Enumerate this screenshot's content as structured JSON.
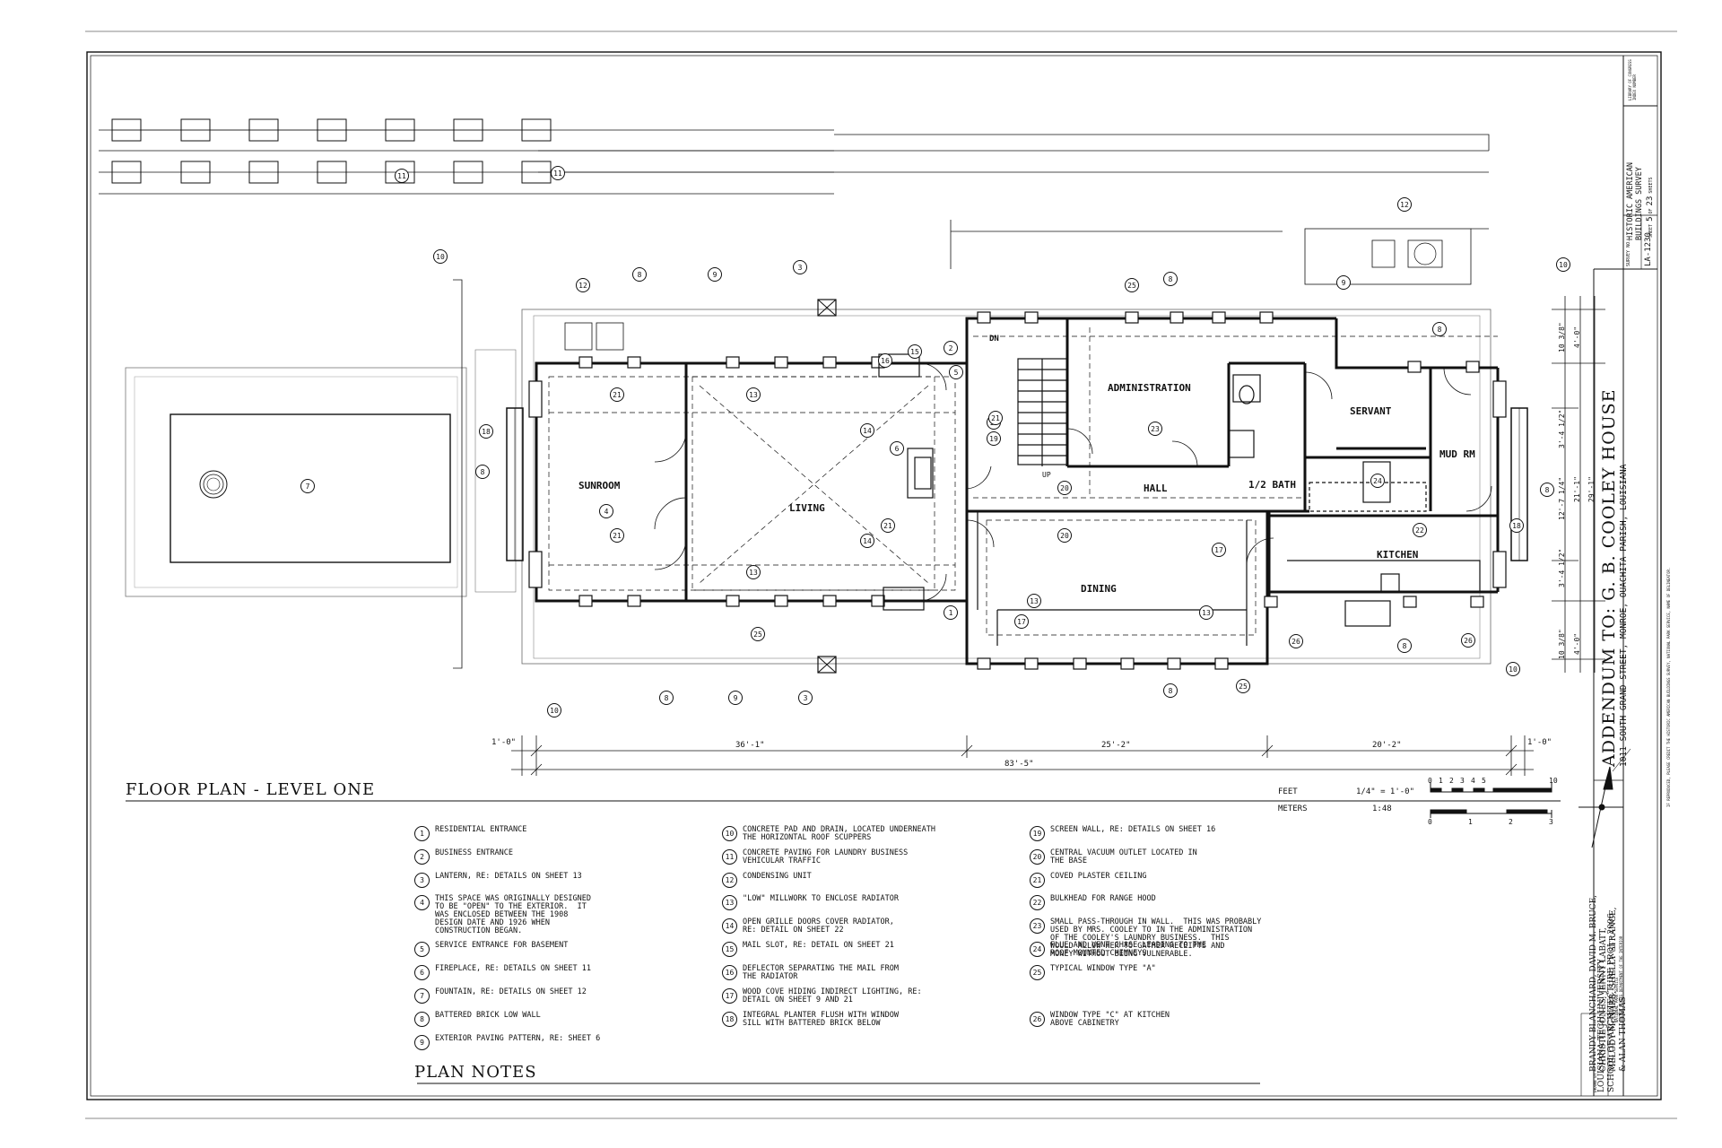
{
  "drawing_title": "FLOOR PLAN - LEVEL ONE",
  "notes_title": "PLAN NOTES",
  "rooms": {
    "sunroom": "SUNROOM",
    "living": "LIVING",
    "administration": "ADMINISTRATION",
    "hall": "HALL",
    "half_bath": "1/2 BATH",
    "servant": "SERVANT",
    "mud_rm": "MUD RM",
    "kitchen": "KITCHEN",
    "dining": "DINING",
    "dn": "DN",
    "up": "UP"
  },
  "dimensions": {
    "d1": "1'-0\"",
    "d2": "36'-1\"",
    "d3": "25'-2\"",
    "d4": "20'-2\"",
    "d5": "1'-0\"",
    "overall": "83'-5\"",
    "r1": "10 3/8\"",
    "r2": "4'-0\"",
    "r3": "3'-4 1/2\"",
    "r4": "12'-7 1/4\"",
    "r5": "3'-4 1/2\"",
    "r6": "21'-1\"",
    "r7": "29'-1\"",
    "r8": "10 3/8\"",
    "r9": "4'-0\""
  },
  "scale": {
    "feet_label": "FEET",
    "meters_label": "METERS",
    "feet_ratio": "1/4\" = 1'-0\"",
    "meters_ratio": "1:48",
    "feet_ticks": [
      "0",
      "1",
      "2",
      "3",
      "4",
      "5",
      "10"
    ],
    "meter_ticks": [
      "0",
      "1",
      "2",
      "3"
    ]
  },
  "plan_notes": [
    {
      "n": "1",
      "text": "RESIDENTIAL ENTRANCE"
    },
    {
      "n": "2",
      "text": "BUSINESS ENTRANCE"
    },
    {
      "n": "3",
      "text": "LANTERN, RE: DETAILS ON SHEET 13"
    },
    {
      "n": "4",
      "text": "THIS SPACE WAS ORIGINALLY DESIGNED\nTO BE \"OPEN\" TO THE EXTERIOR.  IT\nWAS ENCLOSED BETWEEN THE 1908\nDESIGN DATE AND 1926 WHEN\nCONSTRUCTION BEGAN."
    },
    {
      "n": "5",
      "text": "SERVICE ENTRANCE FOR BASEMENT"
    },
    {
      "n": "6",
      "text": "FIREPLACE, RE: DETAILS ON SHEET 11"
    },
    {
      "n": "7",
      "text": "FOUNTAIN, RE: DETAILS ON SHEET 12"
    },
    {
      "n": "8",
      "text": "BATTERED BRICK LOW WALL"
    },
    {
      "n": "9",
      "text": "EXTERIOR PAVING PATTERN, RE: SHEET 6"
    },
    {
      "n": "10",
      "text": "CONCRETE PAD AND DRAIN, LOCATED UNDERNEATH\nTHE HORIZONTAL ROOF SCUPPERS"
    },
    {
      "n": "11",
      "text": "CONCRETE PAVING FOR LAUNDRY BUSINESS\nVEHICULAR TRAFFIC"
    },
    {
      "n": "12",
      "text": "CONDENSING UNIT"
    },
    {
      "n": "13",
      "text": "\"LOW\" MILLWORK TO ENCLOSE RADIATOR"
    },
    {
      "n": "14",
      "text": "OPEN GRILLE DOORS COVER RADIATOR,\nRE: DETAIL ON SHEET 22"
    },
    {
      "n": "15",
      "text": "MAIL SLOT, RE: DETAIL ON SHEET 21"
    },
    {
      "n": "16",
      "text": "DEFLECTOR SEPARATING THE MAIL FROM\nTHE RADIATOR"
    },
    {
      "n": "17",
      "text": "WOOD COVE HIDING INDIRECT LIGHTING, RE:\nDETAIL ON SHEET 9 AND 21"
    },
    {
      "n": "18",
      "text": "INTEGRAL PLANTER FLUSH WITH WINDOW\nSILL WITH BATTERED BRICK BELOW"
    },
    {
      "n": "19",
      "text": "SCREEN WALL, RE: DETAILS ON SHEET 16"
    },
    {
      "n": "20",
      "text": "CENTRAL VACUUM OUTLET LOCATED IN\nTHE BASE"
    },
    {
      "n": "21",
      "text": "COVED PLASTER CEILING"
    },
    {
      "n": "22",
      "text": "BULKHEAD FOR RANGE HOOD"
    },
    {
      "n": "23",
      "text": "SMALL PASS-THROUGH IN WALL.  THIS WAS PROBABLY\nUSED BY MRS. COOLEY TO IN THE ADMINISTRATION\nOF THE COOLEY'S LAUNDRY BUSINESS.  THIS\nWOULD ALLOW HER TO GATHER RECEIPTS AND\nMONEY WITHOUT BEING VULNERABLE."
    },
    {
      "n": "24",
      "text": "FLUE AND VENT CHASE LEADING TO THE\nROOF MOUNTED CHIMNEYS"
    },
    {
      "n": "25",
      "text": "TYPICAL WINDOW TYPE \"A\""
    },
    {
      "n": "26",
      "text": "WINDOW TYPE \"C\" AT KITCHEN\nABOVE CABINETRY"
    }
  ],
  "title_block": {
    "main_title": "ADDENDUM TO: G. B. COOLEY HOUSE",
    "address": "1011 SOUTH GRAND STREET,   MONROE,   OUACHITA PARISH,   LOUISIANA",
    "survey_name": "HISTORIC AMERICAN\nBUILDINGS SURVEY",
    "survey_no_label": "SURVEY NO.",
    "survey_no": "LA-1230",
    "sheet_label": "SHEET",
    "sheet_no": "5",
    "sheet_of": "OF",
    "sheet_total": "23",
    "sheets_word": "SHEETS",
    "library_label": "LIBRARY OF CONGRESS\nINDEX NUMBER",
    "drawn_by_label": "DRAWN BY:",
    "drawn_by": "BRANDY BLANCHARD, DAVID M. BRUCE,\nCHRISTIE JONES, JENNY LABATT,\nMELODY McNABB, SHELLY STRANGE,\n& ALAN THOMAS",
    "org": "LOUISIANA TECH UNIVERSITY\nSCHOOL OF ARCHITECTURE PROJ. - 2006",
    "agency": "NATIONAL PARK SERVICE\nUNITED STATES DEPARTMENT OF THE INTERIOR",
    "credit": "IF REPRODUCED, PLEASE CREDIT THE HISTORIC AMERICAN BUILDINGS SURVEY, NATIONAL PARK SERVICE, NAME OF DELINEATOR."
  }
}
